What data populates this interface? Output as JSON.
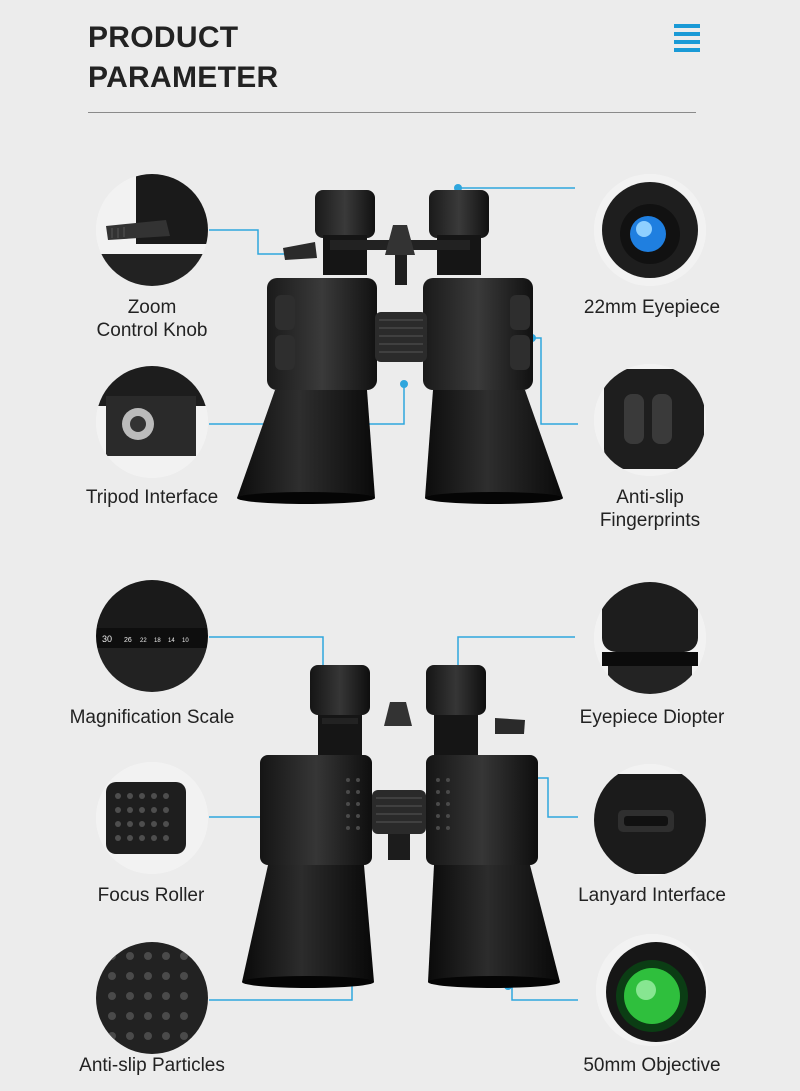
{
  "header": {
    "title_line1": "PRODUCT",
    "title_line2": "PARAMETER",
    "menu_icon": "menu-icon",
    "accent_color": "#1a9ad6"
  },
  "features_top": {
    "zoom_knob_line1": "Zoom",
    "zoom_knob_line2": "Control Knob",
    "eyepiece": "22mm Eyepiece",
    "tripod": "Tripod Interface",
    "antislip_fp_line1": "Anti-slip",
    "antislip_fp_line2": "Fingerprints"
  },
  "features_bottom": {
    "magnification": "Magnification Scale",
    "diopter": "Eyepiece Diopter",
    "focus_roller": "Focus Roller",
    "lanyard": "Lanyard Interface",
    "antislip_particles": "Anti-slip Particles",
    "objective": "50mm Objective"
  },
  "scale_ticks": [
    "30",
    "26",
    "22",
    "18",
    "14",
    "10"
  ]
}
